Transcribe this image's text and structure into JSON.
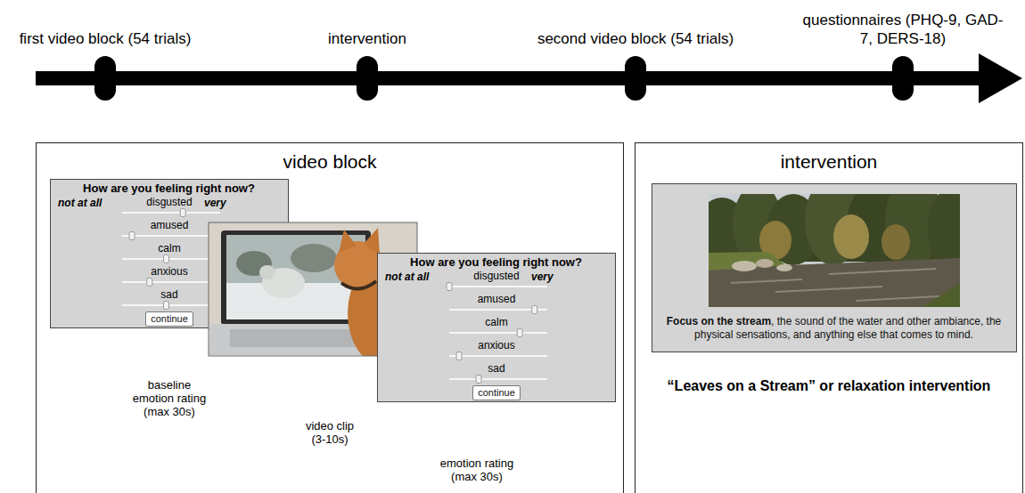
{
  "diagram": {
    "nodes": [
      {
        "text": [
          "video block"
        ]
      },
      {
        "text": [
          "How are you feeling right now?",
          "not at all",
          "very",
          "disgusted",
          "amused",
          "calm",
          "anxious",
          "sad"
        ],
        "in": 0
      },
      {
        "text": [
          "continue"
        ],
        "in": 1
      },
      {
        "text": [
          "How are you feeling right now?",
          "not at all",
          "very",
          "disgusted",
          "amused",
          "calm",
          "anxious",
          "sad"
        ],
        "in": 0
      },
      {
        "text": [
          "continue"
        ],
        "in": 3
      },
      {
        "text": [
          "intervention",
          "“Leaves on a Stream” or relaxation intervention"
        ]
      },
      {
        "text": [
          "Focus on the stream",
          ", the sound of the water and other ambiance, the physical sensations, and anything else that comes to mind."
        ],
        "in": 5
      }
    ],
    "labels": [
      "first video block (54 trials)",
      "intervention",
      "second video block (54 trials)",
      "questionnaires (PHQ-9, GAD-7, DERS-18)",
      "baseline emotion rating (max 30s)",
      "video clip (3-10s)",
      "emotion rating (max 30s)"
    ]
  }
}
